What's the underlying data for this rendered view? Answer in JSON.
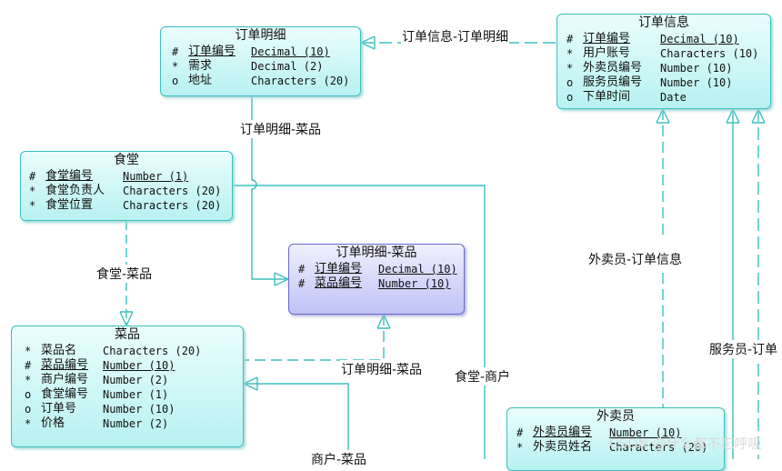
{
  "entities": [
    {
      "id": "order_detail",
      "title": "订单明细",
      "style": "cyan",
      "rows": [
        {
          "mark": "#",
          "name": "订单编号",
          "type": "Decimal (10)",
          "pk": true
        },
        {
          "mark": "*",
          "name": "需求",
          "type": "Decimal (2)",
          "pk": false
        },
        {
          "mark": "o",
          "name": "地址",
          "type": "Characters (20)",
          "pk": false
        }
      ]
    },
    {
      "id": "order_info",
      "title": "订单信息",
      "style": "cyan",
      "rows": [
        {
          "mark": "#",
          "name": "订单编号",
          "type": "Decimal (10)",
          "pk": true
        },
        {
          "mark": "*",
          "name": "用户账号",
          "type": "Characters (10)",
          "pk": false
        },
        {
          "mark": "*",
          "name": "外卖员编号",
          "type": "Number (10)",
          "pk": false
        },
        {
          "mark": "o",
          "name": "服务员编号",
          "type": "Number (10)",
          "pk": false
        },
        {
          "mark": "o",
          "name": "下单时间",
          "type": "Date",
          "pk": false
        }
      ]
    },
    {
      "id": "canteen",
      "title": "食堂",
      "style": "cyan",
      "rows": [
        {
          "mark": "#",
          "name": "食堂编号",
          "type": "Number (1)",
          "pk": true
        },
        {
          "mark": "*",
          "name": "食堂负责人",
          "type": "Characters (20)",
          "pk": false
        },
        {
          "mark": "*",
          "name": "食堂位置",
          "type": "Characters (20)",
          "pk": false
        }
      ]
    },
    {
      "id": "detail_dish",
      "title": "订单明细-菜品",
      "style": "purple",
      "rows": [
        {
          "mark": "#",
          "name": "订单编号",
          "type": "Decimal (10)",
          "pk": true
        },
        {
          "mark": "#",
          "name": "菜品编号",
          "type": "Number (10)",
          "pk": true
        }
      ]
    },
    {
      "id": "dish",
      "title": "菜品",
      "style": "cyan",
      "rows": [
        {
          "mark": "*",
          "name": "菜品名",
          "type": "Characters (20)",
          "pk": false
        },
        {
          "mark": "#",
          "name": "菜品编号",
          "type": "Number (10)",
          "pk": true
        },
        {
          "mark": "*",
          "name": "商户编号",
          "type": "Number (2)",
          "pk": false
        },
        {
          "mark": "o",
          "name": "食堂编号",
          "type": "Number (1)",
          "pk": false
        },
        {
          "mark": "o",
          "name": "订单号",
          "type": "Number (10)",
          "pk": false
        },
        {
          "mark": "*",
          "name": "价格",
          "type": "Number (2)",
          "pk": false
        }
      ]
    },
    {
      "id": "courier",
      "title": "外卖员",
      "style": "cyan",
      "rows": [
        {
          "mark": "#",
          "name": "外卖员编号",
          "type": "Number (10)",
          "pk": true
        },
        {
          "mark": "*",
          "name": "外卖员姓名",
          "type": "Characters (20)",
          "pk": false
        }
      ]
    }
  ],
  "relationship_labels": {
    "order_info_detail": "订单信息-订单明细",
    "detail_dish_top": "订单明细-菜品",
    "canteen_dish": "食堂-菜品",
    "courier_order": "外卖员-订单信息",
    "detail_dish_bottom": "订单明细-菜品",
    "canteen_merchant": "食堂-商户",
    "waiter_order": "服务员-订单",
    "merchant_dish": "商户-菜品"
  },
  "watermark": "CSDN @什么都不忘呼吸"
}
